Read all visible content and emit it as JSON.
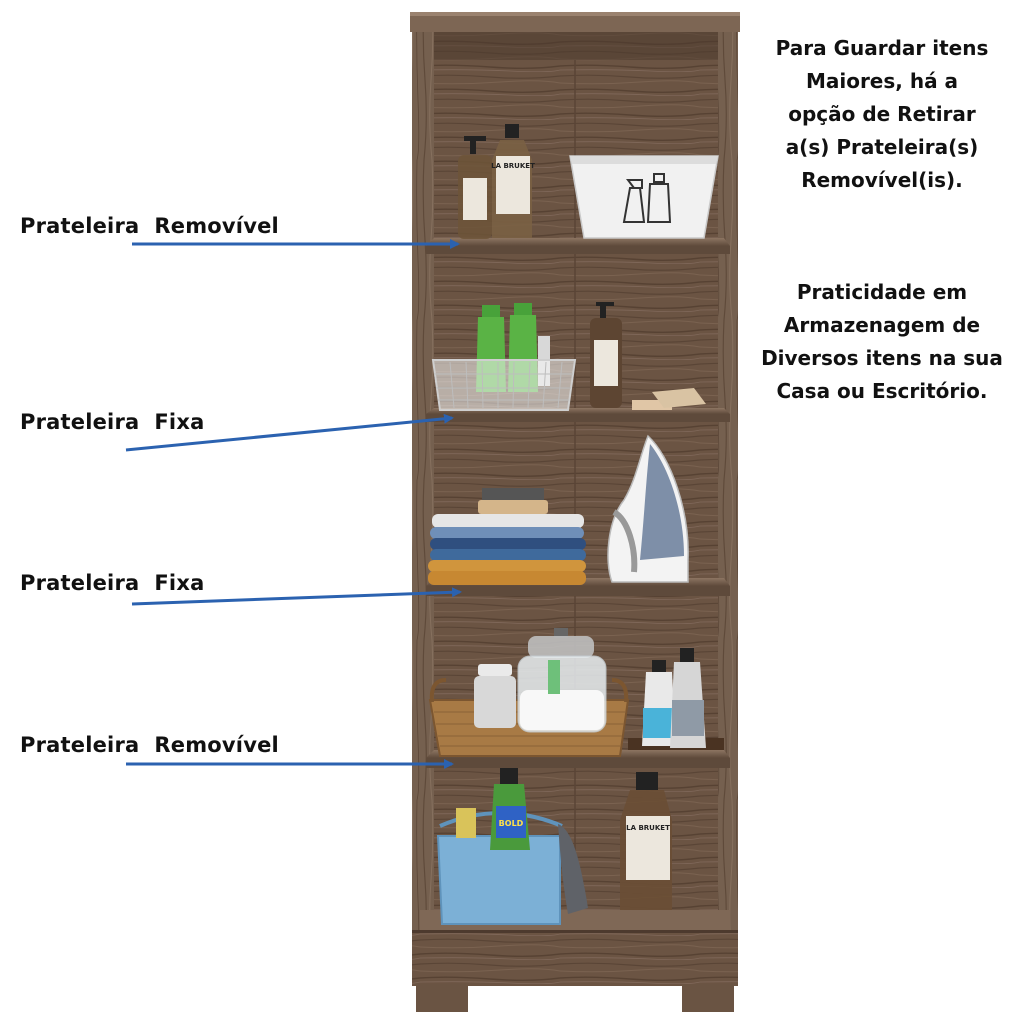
{
  "labels": {
    "shelf_1": "Prateleira  Removível",
    "shelf_2": "Prateleira  Fixa",
    "shelf_3": "Prateleira  Fixa",
    "shelf_4": "Prateleira  Removível"
  },
  "info_1": {
    "lines": [
      "Para Guardar itens",
      "Maiores, há a",
      "opção de Retirar",
      "a(s) Prateleira(s)",
      "Removível(is)."
    ]
  },
  "info_2": {
    "lines": [
      "Praticidade em",
      "Armazenagem de",
      "Diversos itens na sua",
      "Casa ou Escritório."
    ]
  },
  "product_text": {
    "bottle_brand": "LA BRUKET",
    "detergent_brand": "BOLD"
  },
  "colors": {
    "wood": "#6b5443",
    "wood_dark": "#4d3a2e",
    "wood_light": "#8a7260",
    "arrow": "#2b62b0",
    "text": "#111111"
  }
}
